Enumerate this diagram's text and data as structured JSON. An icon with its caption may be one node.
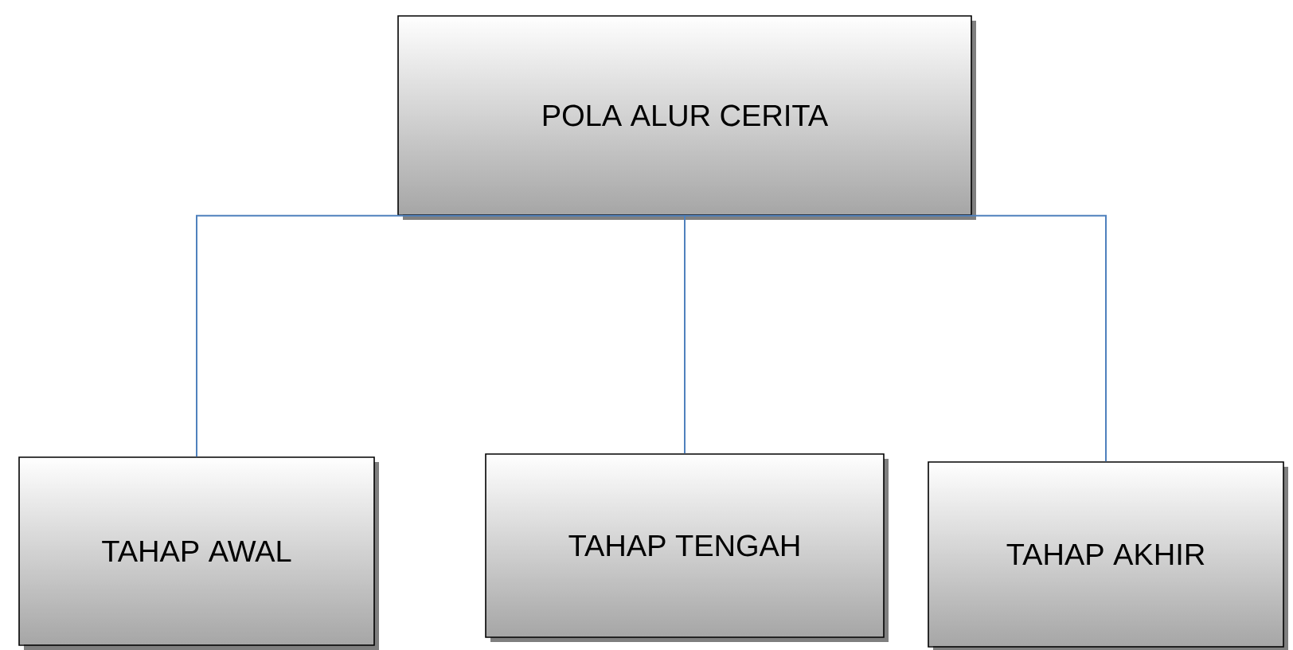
{
  "diagram": {
    "nodes": [
      {
        "text": [
          "POLA ALUR CERITA"
        ]
      },
      {
        "text": [
          "TAHAP AWAL"
        ]
      },
      {
        "text": [
          "TAHAP TENGAH"
        ]
      },
      {
        "text": [
          "TAHAP AKHIR"
        ]
      }
    ],
    "edges": [
      {
        "from": 0,
        "to": 1,
        "arrow": "none"
      },
      {
        "from": 0,
        "to": 2,
        "arrow": "none"
      },
      {
        "from": 0,
        "to": 3,
        "arrow": "none"
      }
    ]
  }
}
